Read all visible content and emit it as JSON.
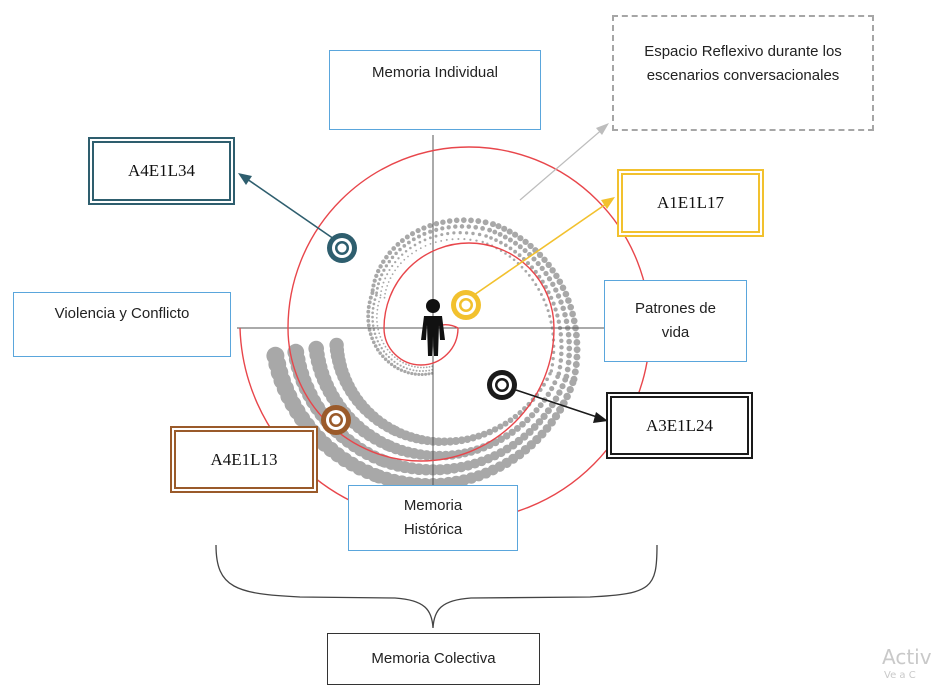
{
  "labels": {
    "memoria_individual": "Memoria Individual",
    "espacio_reflexivo": "Espacio Reflexivo durante los escenarios conversacionales",
    "violencia_conflicto": "Violencia y Conflicto",
    "patrones_vida": "Patrones de vida",
    "memoria_historica": "Memoria Histórica",
    "memoria_colectiva": "Memoria Colectiva"
  },
  "codes": {
    "a4e1l34": "A4E1L34",
    "a1e1l17": "A1E1L17",
    "a3e1l24": "A3E1L24",
    "a4e1l13": "A4E1L13"
  },
  "colors": {
    "teal": "#2e5e6e",
    "yellow": "#f2c12e",
    "black": "#1a1a1a",
    "brown": "#9a5a2a",
    "spiral": "#e8464b",
    "dots": "#a8a8a8",
    "box_blue": "#5aa6dc"
  },
  "icons": {
    "center": "person-icon"
  },
  "watermark": {
    "line1": "Activ",
    "line2": "Ve a C"
  }
}
